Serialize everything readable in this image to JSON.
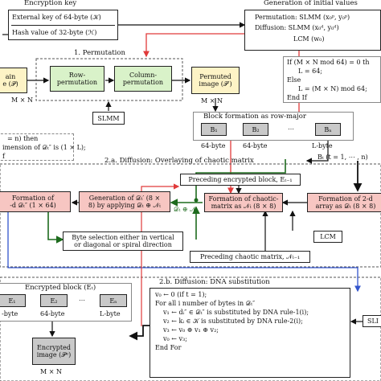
{
  "encryption_key": {
    "title": "Encryption key",
    "external_key": "External key of 64-byte (𝒦)",
    "hash_value": "Hash value of 32-byte (ℋ)"
  },
  "initial_values": {
    "title": "Generation of initial values",
    "permutation": "Permutation: SLMM (x₀ᵖ, y₀ᵖ)",
    "diffusion": "Diffusion: SLMM (x₀ᵈ, y₀ᵈ)",
    "lcm": "LCM (w₀)"
  },
  "plain_image": {
    "line1": "ain",
    "line2": "e (𝒫)",
    "dims": "M × N"
  },
  "permutation": {
    "label": "1. Permutation",
    "row": "Row-\npermutation",
    "column": "Column-\npermutation",
    "slmm": "SLMM",
    "permuted_line1": "Permuted",
    "permuted_line2": "image (𝒫′)",
    "dims": "M × N"
  },
  "condition": {
    "l1": "If (M × N mod 64) = 0 th",
    "l2": "L = 64;",
    "l3": "Else",
    "l4": "L = (M × N) mod 64;",
    "l5": "End If"
  },
  "block_formation": {
    "title": "Block formation as row-major",
    "blocks": [
      "B₁",
      "B₂",
      "⋯",
      "Bₙ"
    ],
    "sizes": [
      "64-byte",
      "64-byte",
      "L-byte"
    ],
    "bt": "Bₜ (t = 1, ⋯ , n)"
  },
  "left_note": {
    "l1": "= n) then",
    "l2": "imension of 𝒟ₜ″ is (1 × L);",
    "l3": "f"
  },
  "diffusion_a": {
    "title": "2.a. Diffusion: Overlaying of chaotic matrix",
    "prev_block": "Preceding encrypted block, Eₜ₋₁",
    "formation_d_l1": "Formation of",
    "formation_d_l2": "-d 𝒟ₜ″ (1 × 64)",
    "generation_l1": "Generation of 𝒟ₜ′ (8 ×",
    "generation_l2": "8) by applying 𝒟ₜ ⊕ 𝒩ₜ",
    "xor_label": "𝒟ₜ ⊕ 𝒩ₜ",
    "chaotic_l1": "Formation of chaotic-",
    "chaotic_l2": "matrix as 𝒩ₜ (8 × 8)",
    "array_l1": "Formation of 2-d",
    "array_l2": "array as 𝒟ₜ (8 × 8)",
    "byte_sel_l1": "Byte selection either in vertical",
    "byte_sel_l2": "or diagonal or spiral direction",
    "lcm": "LCM",
    "prev_chaotic": "Preceding chaotic matrix, 𝒩ₜ₋₁"
  },
  "encrypted_block": {
    "title": "Encrypted block (Eₜ)",
    "blocks": [
      "E₁",
      "E₂",
      "⋯",
      "Eₙ"
    ],
    "sizes": [
      "-byte",
      "64-byte",
      "L-byte"
    ],
    "final_l1": "Encrypted",
    "final_l2": "image (𝒫ᵉ)",
    "dims": "M × N"
  },
  "diffusion_b": {
    "title": "2.b. Diffusion: DNA substitution",
    "lines": [
      "v₀ ← 0 (if t = 1);",
      "For all i number of bytes in 𝒟ₜ″",
      "v₁ ← dᵢ″ ∈ 𝒟ₜ″ is substituted by DNA rule-1(i);",
      "v₂ ← kᵢ ∈ 𝒦 is substituted by DNA rule-2(i);",
      "v₃ ← v₀ ⊕ v₁ ⊕ v₂;",
      "v₀ ← v₃;",
      "End For"
    ],
    "slm": "SLI"
  }
}
